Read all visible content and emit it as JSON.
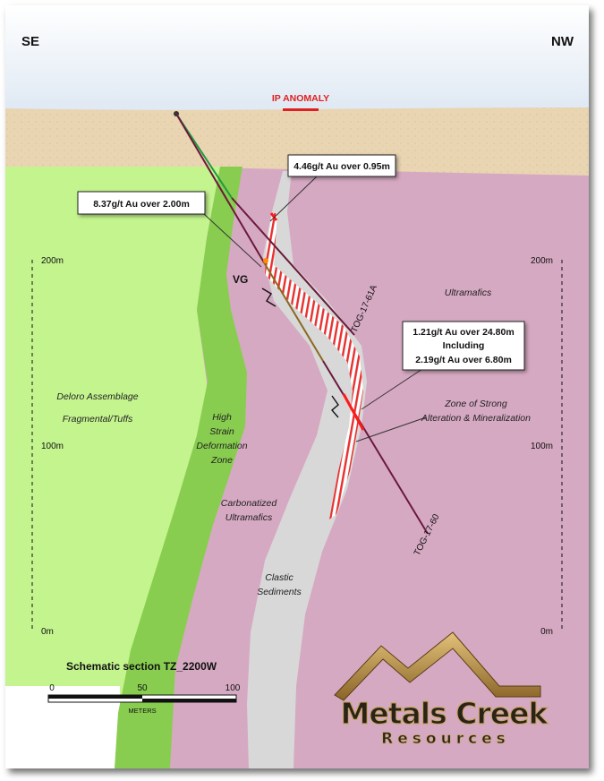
{
  "directions": {
    "left": "SE",
    "right": "NW"
  },
  "ip_anomaly": {
    "label": "IP ANOMALY",
    "color": "#e02020"
  },
  "elevations": {
    "e200": "200m",
    "e100": "100m",
    "e0": "0m"
  },
  "units": {
    "deloro_1": "Deloro Assemblage",
    "deloro_2": "Fragmental/Tuffs",
    "strain_1": "High",
    "strain_2": "Strain",
    "strain_3": "Deformation",
    "strain_4": "Zone",
    "carb_1": "Carbonatized",
    "carb_2": "Ultramafics",
    "ultramafics": "Ultramafics",
    "clastic_1": "Clastic",
    "clastic_2": "Sediments",
    "zone_1": "Zone of Strong",
    "zone_2": "Alteration & Mineralization"
  },
  "vg_label": "VG",
  "callouts": {
    "c1": "4.46g/t Au over 0.95m",
    "c2": "8.37g/t Au over 2.00m",
    "c3_line1": "1.21g/t Au over 24.80m",
    "c3_line2": "Including",
    "c3_line3": "2.19g/t Au over 6.80m"
  },
  "holes": {
    "h61a": "TOG-17-61A",
    "h60": "TOG-17-60"
  },
  "scale": {
    "title": "Schematic section TZ_2200W",
    "t0": "0",
    "t50": "50",
    "t100": "100",
    "unit": "METERS"
  },
  "logo": {
    "main": "Metals Creek",
    "sub": "Resources"
  },
  "colors": {
    "sky": "#dfe9f3",
    "overburden": "#e8d2ae",
    "deloro": "#c2f58c",
    "strain_zone": "#86cc4e",
    "ultramafic": "#d5a8c1",
    "clastic": "#d6d6d6",
    "hole": "#6a1a3a",
    "logo_gold": "#b88a3e"
  }
}
